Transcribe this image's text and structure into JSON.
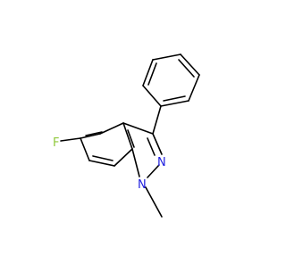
{
  "molecule": {
    "atom_labels": {
      "fluorine": "F",
      "nitrogen_2": "N",
      "nitrogen_1": "N"
    },
    "colors": {
      "bond": "#000000",
      "fluorine": "#8FC83B",
      "nitrogen": "#2020E0",
      "background": "#FFFFFF"
    }
  }
}
